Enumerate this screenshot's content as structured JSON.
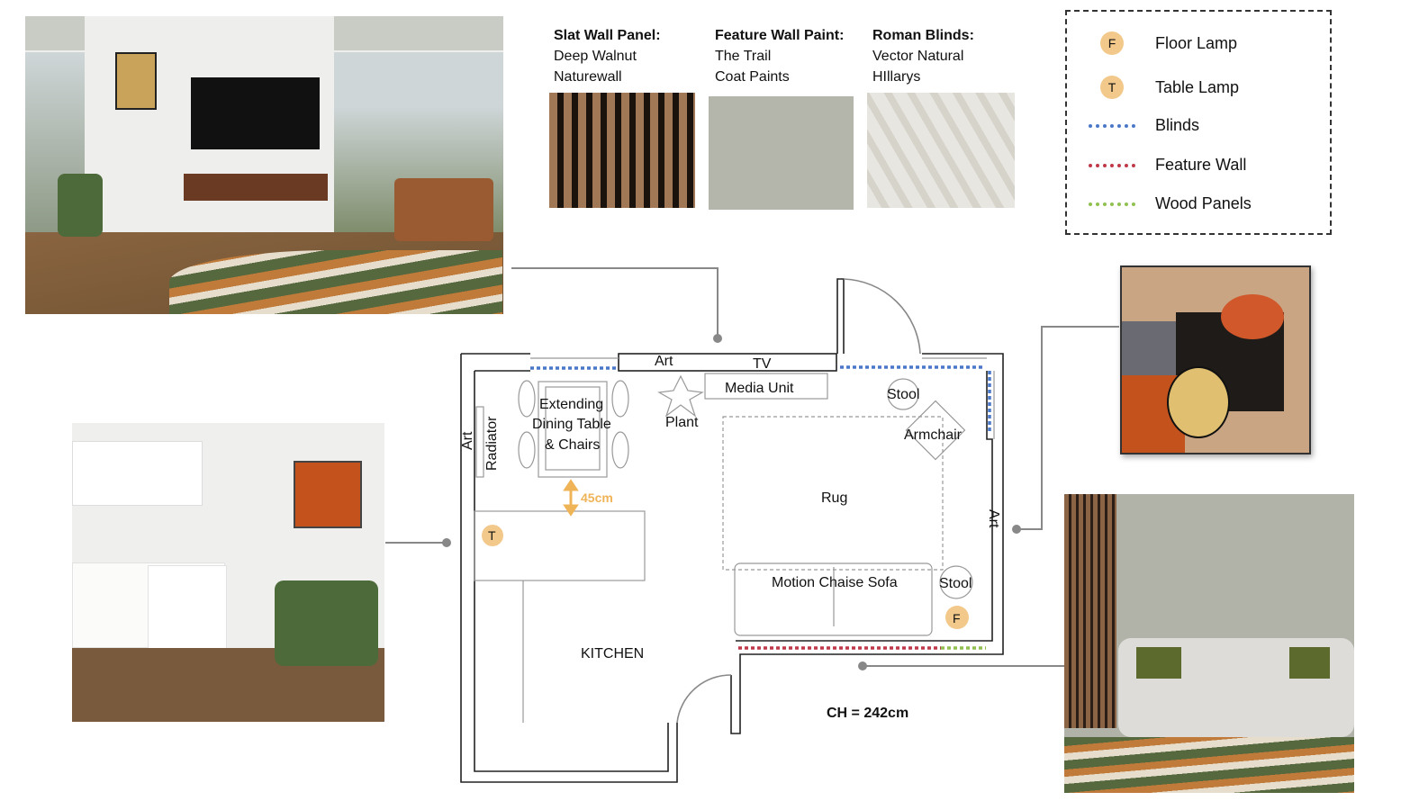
{
  "materials": [
    {
      "title": "Slat Wall Panel:",
      "line1": "Deep Walnut",
      "line2": "Naturewall"
    },
    {
      "title": "Feature Wall Paint:",
      "line1": "The Trail",
      "line2": "Coat Paints"
    },
    {
      "title": "Roman Blinds:",
      "line1": "Vector Natural",
      "line2": "HIllarys"
    }
  ],
  "legend": [
    {
      "mark": "F",
      "label": "Floor Lamp"
    },
    {
      "mark": "T",
      "label": "Table Lamp"
    },
    {
      "label": "Blinds",
      "color": "#4a78c8"
    },
    {
      "label": "Feature Wall",
      "color": "#c0394a"
    },
    {
      "label": "Wood Panels",
      "color": "#8fc050"
    }
  ],
  "plan": {
    "art_top": "Art",
    "tv": "TV",
    "media_unit": "Media Unit",
    "plant": "Plant",
    "stool": "Stool",
    "armchair": "Armchair",
    "dining": [
      "Extending",
      "Dining Table",
      "& Chairs"
    ],
    "art_left": "Art",
    "radiator": "Radiator",
    "gap": "45cm",
    "table_lamp": "T",
    "floor_lamp": "F",
    "rug": "Rug",
    "sofa": "Motion Chaise Sofa",
    "stool2": "Stool",
    "art_right": "Art",
    "kitchen": "KITCHEN",
    "ceiling_height": "CH = 242cm"
  }
}
